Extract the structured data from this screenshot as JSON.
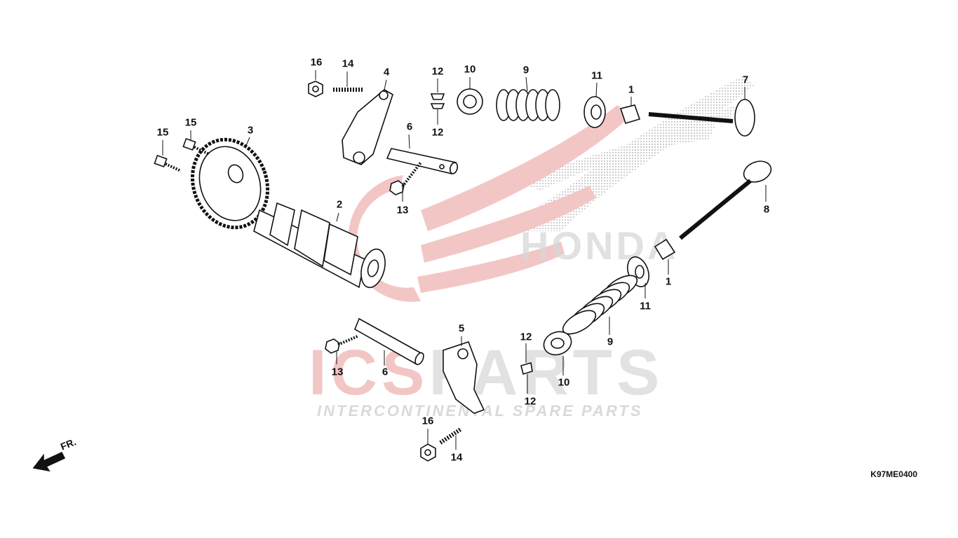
{
  "watermark": {
    "brand_text": "HONDA",
    "logo_part1": "ICS",
    "logo_part2": "PARTS",
    "tagline": "INTERCONTINENTAL SPARE PARTS",
    "red": "#f3c6c6",
    "grey": "#dedede"
  },
  "diagram_code": "K97ME0400",
  "direction_label": "FR.",
  "callouts": [
    "16",
    "14",
    "4",
    "12",
    "12",
    "10",
    "9",
    "11",
    "1",
    "7",
    "15",
    "15",
    "3",
    "6",
    "13",
    "2",
    "8",
    "1",
    "11",
    "5",
    "13",
    "6",
    "12",
    "10",
    "9",
    "12",
    "16",
    "14"
  ],
  "colors": {
    "ink": "#111111",
    "part_fill": "#ffffff",
    "shade": "#9a9a9a"
  }
}
